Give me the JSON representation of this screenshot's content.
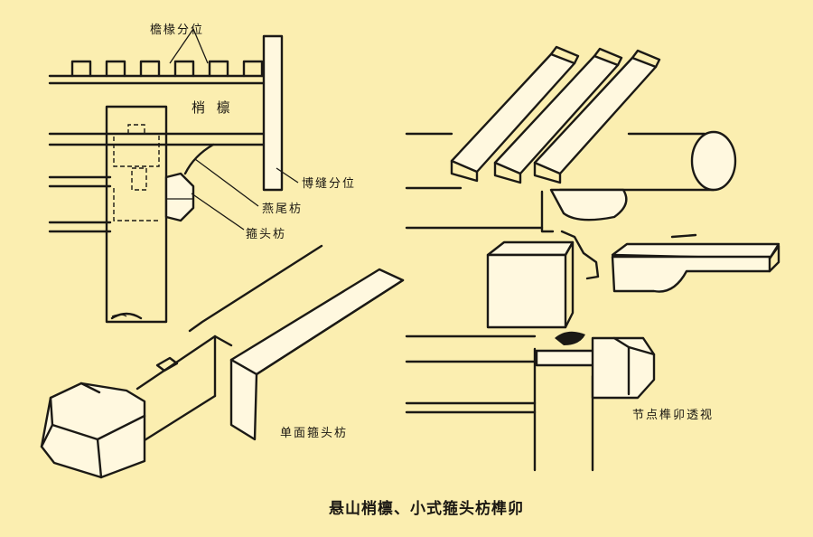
{
  "labels": {
    "rafter_position": "檐椽分位",
    "purlin_end": "梢 檩",
    "gable_joint_position": "博缝分位",
    "dovetail_tie": "燕尾枋",
    "tie_beam_head": "箍头枋",
    "single_face_tie_beam_head": "单面箍头枋",
    "joint_perspective": "节点榫卯透视"
  },
  "caption": "悬山梢檩、小式箍头枋榫卯",
  "colors": {
    "background": "#fbeeb0",
    "ink": "#1b1915"
  }
}
